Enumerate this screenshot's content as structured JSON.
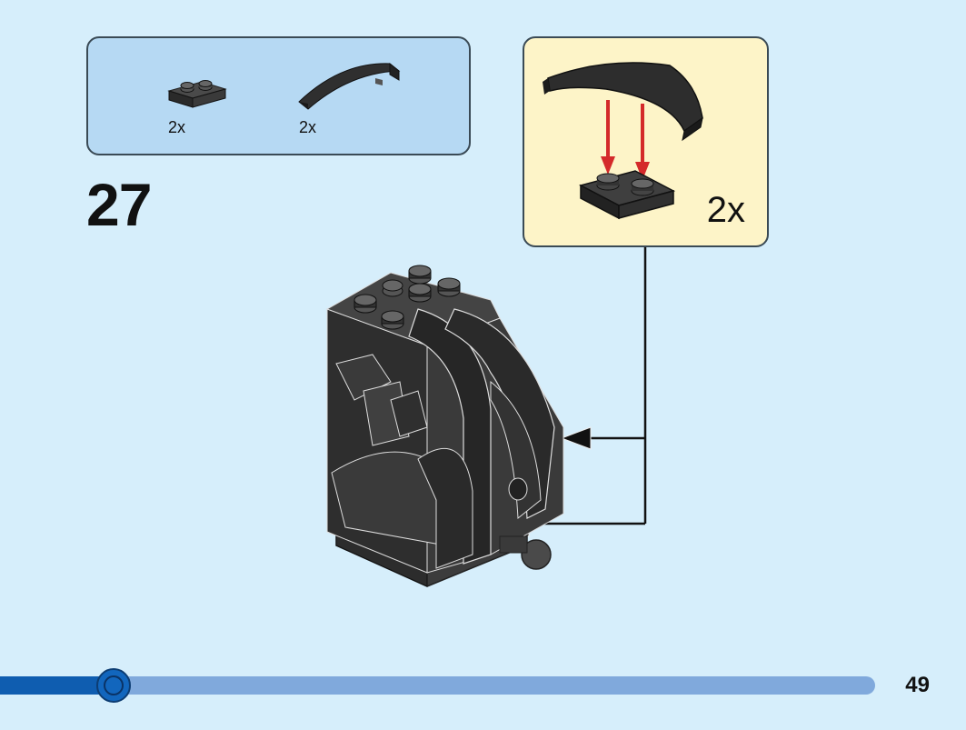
{
  "parts_list": {
    "items": [
      {
        "name": "plate-1x2",
        "qty": "2x"
      },
      {
        "name": "curved-slope-1x4",
        "qty": "2x"
      }
    ]
  },
  "step": {
    "number": "27"
  },
  "sub_assembly": {
    "qty": "2x"
  },
  "page": {
    "number": "49",
    "progress": 0.13
  },
  "colors": {
    "background": "#d6eefb",
    "parts_box": "#b6d9f3",
    "sub_box": "#fdf4c8",
    "arrow_red": "#d42a2a",
    "progress_fill": "#0f5db0",
    "progress_track": "#80a9dc"
  }
}
